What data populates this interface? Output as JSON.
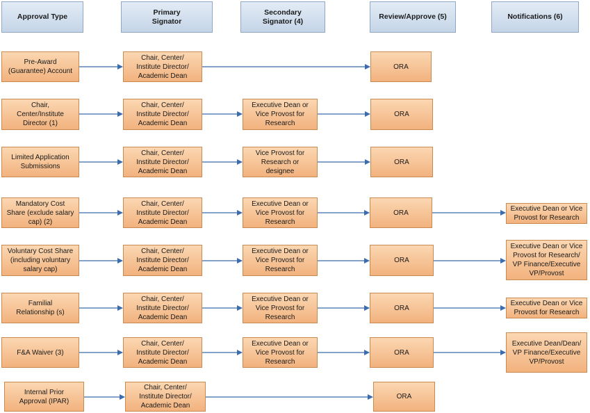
{
  "headers": {
    "approval_type": "Approval Type",
    "primary_signator": "Primary\nSignator",
    "secondary_signator": "Secondary\nSignator (4)",
    "review_approve": "Review/Approve (5)",
    "notifications": "Notifications (6)"
  },
  "rows": [
    {
      "type": "Pre-Award\n(Guarantee) Account",
      "primary": "Chair, Center/\nInstitute Director/\nAcademic Dean",
      "secondary": "",
      "review": "ORA",
      "notification": ""
    },
    {
      "type": "Chair,\nCenter/Institute\nDirector (1)",
      "primary": "Chair, Center/\nInstitute Director/\nAcademic Dean",
      "secondary": "Executive Dean or\nVice Provost for\nResearch",
      "review": "ORA",
      "notification": ""
    },
    {
      "type": "Limited Application\nSubmissions",
      "primary": "Chair, Center/\nInstitute Director/\nAcademic Dean",
      "secondary": "Vice Provost for\nResearch or\ndesignee",
      "review": "ORA",
      "notification": ""
    },
    {
      "type": "Mandatory Cost\nShare (exclude salary\ncap) (2)",
      "primary": "Chair, Center/\nInstitute Director/\nAcademic Dean",
      "secondary": "Executive Dean or\nVice Provost for\nResearch",
      "review": "ORA",
      "notification": "Executive Dean or Vice\nProvost for Research"
    },
    {
      "type": "Voluntary Cost Share\n(including voluntary\nsalary cap)",
      "primary": "Chair, Center/\nInstitute Director/\nAcademic Dean",
      "secondary": "Executive Dean or\nVice Provost for\nResearch",
      "review": "ORA",
      "notification": "Executive Dean or Vice\nProvost for Research/\nVP Finance/Executive\nVP/Provost"
    },
    {
      "type": "Familial\nRelationship (s)",
      "primary": "Chair, Center/\nInstitute Director/\nAcademic Dean",
      "secondary": "Executive Dean or\nVice Provost for\nResearch",
      "review": "ORA",
      "notification": "Executive Dean or Vice\nProvost for Research"
    },
    {
      "type": "F&A Waiver (3)",
      "primary": "Chair, Center/\nInstitute Director/\nAcademic Dean",
      "secondary": "Executive Dean or\nVice Provost for\nResearch",
      "review": "ORA",
      "notification": "Executive Dean/Dean/\nVP Finance/Executive\nVP/Provost"
    },
    {
      "type": "Internal Prior\nApproval (IPAR)",
      "primary": "Chair, Center/\nInstitute Director/\nAcademic Dean",
      "secondary": "",
      "review": "ORA",
      "notification": ""
    }
  ],
  "colors": {
    "header_fill": "#c4d4e7",
    "header_border": "#8ea7c4",
    "cell_fill": "#f2b27e",
    "cell_border": "#c98a52",
    "arrow": "#3b6cae"
  }
}
